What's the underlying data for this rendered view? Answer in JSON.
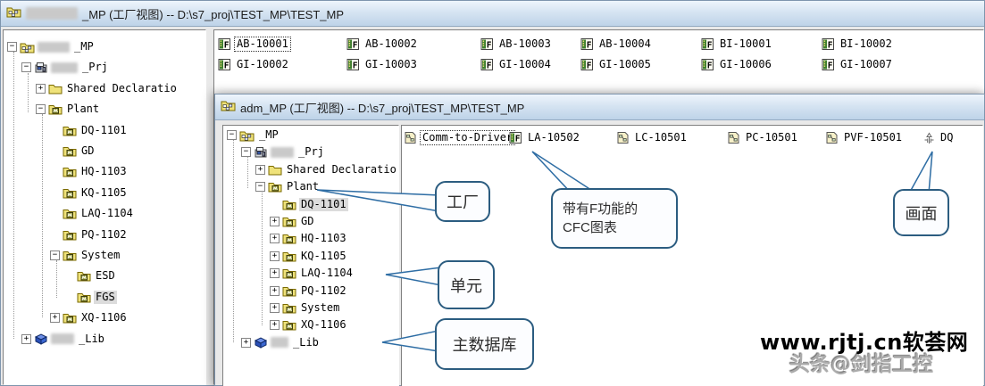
{
  "back_window": {
    "title": "_MP (工厂视图) -- D:\\s7_proj\\TEST_MP\\TEST_MP",
    "tree": [
      {
        "label": "_MP",
        "depth": 0,
        "exp": "minus",
        "icon": "multiproject",
        "blur": true,
        "blurW": 36
      },
      {
        "label": "_Prj",
        "depth": 1,
        "exp": "minus",
        "icon": "project",
        "blur": true,
        "blurW": 30
      },
      {
        "label": "Shared Declaratio",
        "depth": 2,
        "exp": "plus",
        "icon": "folder"
      },
      {
        "label": "Plant",
        "depth": 2,
        "exp": "minus",
        "icon": "plant"
      },
      {
        "label": "DQ-1101",
        "depth": 3,
        "exp": null,
        "icon": "plant"
      },
      {
        "label": "GD",
        "depth": 3,
        "exp": null,
        "icon": "plant"
      },
      {
        "label": "HQ-1103",
        "depth": 3,
        "exp": null,
        "icon": "plant"
      },
      {
        "label": "KQ-1105",
        "depth": 3,
        "exp": null,
        "icon": "plant"
      },
      {
        "label": "LAQ-1104",
        "depth": 3,
        "exp": null,
        "icon": "plant"
      },
      {
        "label": "PQ-1102",
        "depth": 3,
        "exp": null,
        "icon": "plant"
      },
      {
        "label": "System",
        "depth": 3,
        "exp": "minus",
        "icon": "plant"
      },
      {
        "label": "ESD",
        "depth": 4,
        "exp": null,
        "icon": "plant"
      },
      {
        "label": "FGS",
        "depth": 4,
        "exp": null,
        "icon": "plant",
        "highlighted": true
      },
      {
        "label": "XQ-1106",
        "depth": 3,
        "exp": "plus",
        "icon": "plant"
      },
      {
        "label": "_Lib",
        "depth": 1,
        "exp": "plus",
        "icon": "library",
        "blur": true,
        "blurW": 26
      }
    ],
    "items_row1": [
      {
        "label": "AB-10001",
        "icon": "chart-f",
        "selected": true
      },
      {
        "label": "AB-10002",
        "icon": "chart-f"
      },
      {
        "label": "AB-10003",
        "icon": "chart-f"
      },
      {
        "label": "AB-10004",
        "icon": "chart-f"
      },
      {
        "label": "BI-10001",
        "icon": "chart-f"
      },
      {
        "label": "BI-10002",
        "icon": "chart-f"
      }
    ],
    "items_row2": [
      {
        "label": "GI-10002",
        "icon": "chart-f"
      },
      {
        "label": "GI-10003",
        "icon": "chart-f"
      },
      {
        "label": "GI-10004",
        "icon": "chart-f"
      },
      {
        "label": "GI-10005",
        "icon": "chart-f"
      },
      {
        "label": "GI-10006",
        "icon": "chart-f"
      },
      {
        "label": "GI-10007",
        "icon": "chart-f"
      }
    ]
  },
  "front_window": {
    "title": "adm_MP (工厂视图) -- D:\\s7_proj\\TEST_MP\\TEST_MP",
    "tree": [
      {
        "label": "_MP",
        "depth": 0,
        "exp": "minus",
        "icon": "multiproject"
      },
      {
        "label": "_Prj",
        "depth": 1,
        "exp": "minus",
        "icon": "project",
        "blur": true,
        "blurW": 26
      },
      {
        "label": "Shared Declaratio",
        "depth": 2,
        "exp": "plus",
        "icon": "folder"
      },
      {
        "label": "Plant",
        "depth": 2,
        "exp": "minus",
        "icon": "plant"
      },
      {
        "label": "DQ-1101",
        "depth": 3,
        "exp": null,
        "icon": "plant",
        "highlighted": true
      },
      {
        "label": "GD",
        "depth": 3,
        "exp": "plus",
        "icon": "plant"
      },
      {
        "label": "HQ-1103",
        "depth": 3,
        "exp": "plus",
        "icon": "plant"
      },
      {
        "label": "KQ-1105",
        "depth": 3,
        "exp": "plus",
        "icon": "plant"
      },
      {
        "label": "LAQ-1104",
        "depth": 3,
        "exp": "plus",
        "icon": "plant"
      },
      {
        "label": "PQ-1102",
        "depth": 3,
        "exp": "plus",
        "icon": "plant"
      },
      {
        "label": "System",
        "depth": 3,
        "exp": "plus",
        "icon": "plant"
      },
      {
        "label": "XQ-1106",
        "depth": 3,
        "exp": "plus",
        "icon": "plant"
      },
      {
        "label": "_Lib",
        "depth": 1,
        "exp": "plus",
        "icon": "library",
        "blur": true,
        "blurW": 20
      }
    ],
    "items": [
      {
        "label": "Comm-to-Driver",
        "icon": "chart",
        "selected": true
      },
      {
        "label": "LA-10502",
        "icon": "chart-f"
      },
      {
        "label": "LC-10501",
        "icon": "chart"
      },
      {
        "label": "PC-10501",
        "icon": "chart"
      },
      {
        "label": "PVF-10501",
        "icon": "chart"
      },
      {
        "label": "DQ",
        "icon": "picture"
      }
    ]
  },
  "callouts": {
    "factory": {
      "text": "工厂"
    },
    "cfc": {
      "line1": "带有F功能的",
      "line2": "CFC图表"
    },
    "unit": {
      "text": "单元"
    },
    "maindb": {
      "text": "主数据库"
    },
    "screen": {
      "text": "画面"
    }
  },
  "watermark": {
    "line1": "www.rjtj.cn软荟网",
    "line2": "头条@剑指工控"
  },
  "colors": {
    "callout_border": "#2b5c80",
    "connector": "#2e6da4",
    "titlebar": "#cde0f0",
    "folder_yellow": "#efe27a",
    "library_blue": "#2a50b8"
  }
}
